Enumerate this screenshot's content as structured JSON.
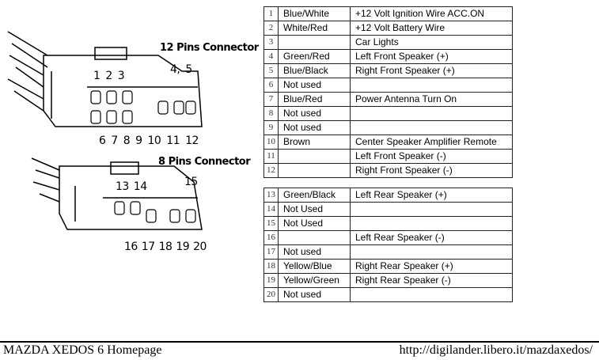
{
  "connectors": {
    "pins12_label": "12 Pins Connector",
    "pins8_label": "8 Pins Connector",
    "pins12_top": [
      "1",
      "2",
      "3",
      "4",
      "5"
    ],
    "pins12_bottom": [
      "6",
      "7",
      "8",
      "9",
      "10",
      "11",
      "12"
    ],
    "pins8_top": [
      "13",
      "14",
      "15"
    ],
    "pins8_bottom": [
      "16",
      "17",
      "18",
      "19",
      "20"
    ]
  },
  "table12": [
    {
      "pin": "1",
      "color": "Blue/White",
      "function": "+12 Volt Ignition Wire   ACC.ON"
    },
    {
      "pin": "2",
      "color": "White/Red",
      "function": "+12 Volt Battery Wire"
    },
    {
      "pin": "3",
      "color": "",
      "function": "Car Lights"
    },
    {
      "pin": "4",
      "color": "Green/Red",
      "function": "Left Front Speaker (+)"
    },
    {
      "pin": "5",
      "color": "Blue/Black",
      "function": "Right Front Speaker (+)"
    },
    {
      "pin": "6",
      "color": "Not used",
      "function": ""
    },
    {
      "pin": "7",
      "color": "Blue/Red",
      "function": "Power Antenna Turn On"
    },
    {
      "pin": "8",
      "color": "Not used",
      "function": ""
    },
    {
      "pin": "9",
      "color": "Not used",
      "function": ""
    },
    {
      "pin": "10",
      "color": "Brown",
      "function": "Center Speaker Amplifier Remote"
    },
    {
      "pin": "11",
      "color": "",
      "function": "Left Front Speaker (-)"
    },
    {
      "pin": "12",
      "color": "",
      "function": "Right Front Speaker (-)"
    }
  ],
  "table8": [
    {
      "pin": "13",
      "color": "Green/Black",
      "function": "Left Rear Speaker (+)"
    },
    {
      "pin": "14",
      "color": "Not Used",
      "function": ""
    },
    {
      "pin": "15",
      "color": "Not Used",
      "function": ""
    },
    {
      "pin": "16",
      "color": "",
      "function": "Left Rear Speaker (-)"
    },
    {
      "pin": "17",
      "color": "Not used",
      "function": ""
    },
    {
      "pin": "18",
      "color": "Yellow/Blue",
      "function": "Right Rear Speaker (+)"
    },
    {
      "pin": "19",
      "color": "Yellow/Green",
      "function": "Right Rear Speaker (-)"
    },
    {
      "pin": "20",
      "color": "Not used",
      "function": ""
    }
  ],
  "footer": {
    "left": "MAZDA XEDOS 6 Homepage",
    "right": "http://digilander.libero.it/mazdaxedos/"
  }
}
